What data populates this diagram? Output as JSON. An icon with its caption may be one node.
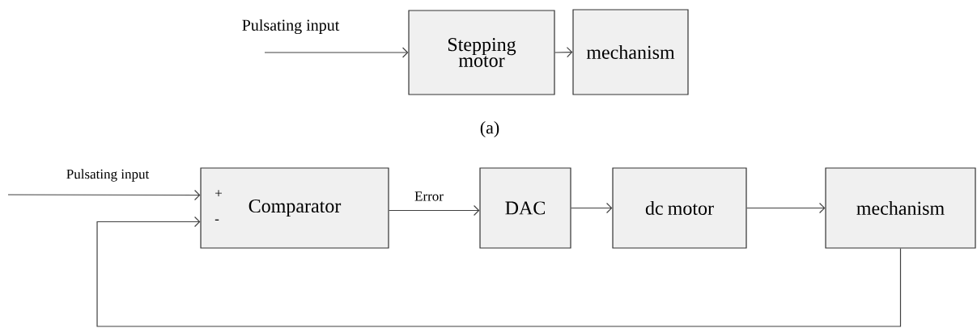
{
  "diagram": {
    "nodes": [
      {
        "text": [
          "Stepping motor"
        ]
      },
      {
        "text": [
          "mechanism"
        ]
      },
      {
        "text": [
          "+",
          "Comparator",
          "-"
        ]
      },
      {
        "text": [
          "DAC"
        ]
      },
      {
        "text": [
          "dc motor"
        ]
      },
      {
        "text": [
          "mechanism"
        ]
      }
    ],
    "edges": [
      {
        "from": null,
        "to": 0,
        "arrow": "to",
        "label": "Pulsating input"
      },
      {
        "from": 0,
        "to": 1,
        "arrow": "to"
      },
      {
        "from": null,
        "to": 2,
        "arrow": "to",
        "label": "Pulsating input"
      },
      {
        "from": 2,
        "to": 3,
        "arrow": "to",
        "label": "Error"
      },
      {
        "from": 3,
        "to": 4,
        "arrow": "to"
      },
      {
        "from": 4,
        "to": 5,
        "arrow": "to"
      },
      {
        "from": 5,
        "to": 2,
        "arrow": "to"
      }
    ],
    "labels": [
      "(a)"
    ]
  }
}
